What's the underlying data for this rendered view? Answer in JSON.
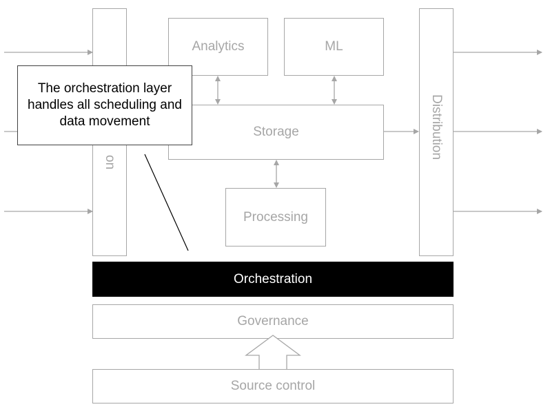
{
  "diagram": {
    "nodes": {
      "ingestion": {
        "label": "on"
      },
      "analytics": {
        "label": "Analytics"
      },
      "ml": {
        "label": "ML"
      },
      "storage": {
        "label": "Storage"
      },
      "processing": {
        "label": "Processing"
      },
      "distribution": {
        "label": "Distribution"
      },
      "orchestration": {
        "label": "Orchestration"
      },
      "governance": {
        "label": "Governance"
      },
      "source_control": {
        "label": "Source control"
      }
    },
    "callout": {
      "text": "The orchestration layer handles all scheduling and data movement"
    },
    "colors": {
      "line": "#a6a6a6",
      "text_muted": "#a6a6a6",
      "highlight_fill": "#000000",
      "highlight_text": "#ffffff",
      "callout_border": "#404040"
    }
  }
}
